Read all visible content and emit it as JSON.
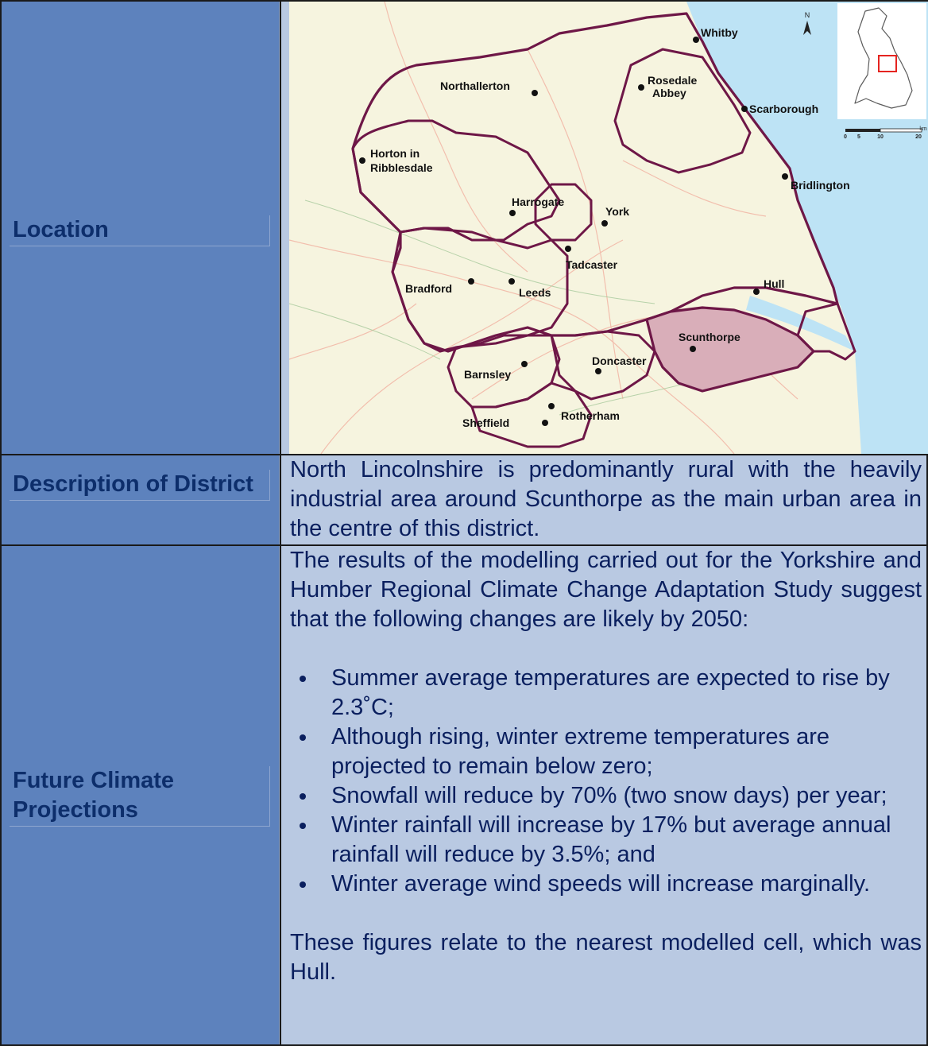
{
  "rows": {
    "location": {
      "label": "Location"
    },
    "description": {
      "label": "Description of District",
      "text": "North Lincolnshire is predominantly rural with the heavily industrial area around Scunthorpe as the main urban area in the centre of this district."
    },
    "projections": {
      "label": "Future Climate Projections",
      "intro": "The results of the modelling carried out for the Yorkshire and Humber Regional Climate Change Adaptation Study suggest that the following changes are likely by 2050:",
      "bullets": [
        "Summer average temperatures are expected to rise by 2.3˚C;",
        "Although rising, winter extreme temperatures are projected to remain below zero;",
        "Snowfall will reduce by 70% (two snow days) per year;",
        "Winter rainfall will increase by 17% but average annual rainfall will reduce by 3.5%; and",
        "Winter average wind speeds will increase marginally."
      ],
      "footer": "These figures relate to the nearest modelled cell, which was Hull."
    }
  },
  "map": {
    "places": {
      "whitby": "Whitby",
      "northallerton": "Northallerton",
      "rosedale": "Rosedale",
      "abbey": "Abbey",
      "scarborough": "Scarborough",
      "horton": "Horton in",
      "ribblesdale": "Ribblesdale",
      "bridlington": "Bridlington",
      "harrogate": "Harrogate",
      "york": "York",
      "tadcaster": "Tadcaster",
      "bradford": "Bradford",
      "leeds": "Leeds",
      "hull": "Hull",
      "scunthorpe": "Scunthorpe",
      "doncaster": "Doncaster",
      "barnsley": "Barnsley",
      "rotherham": "Rotherham",
      "sheffield": "Sheffield"
    },
    "north_label": "N",
    "scale_unit": "km",
    "scale_ticks": [
      "0",
      "5",
      "10",
      "20"
    ],
    "colors": {
      "boundary": "#6e1747",
      "highlight": "#d9aeb9",
      "land": "#f6f4df",
      "sea": "#bde3f5"
    }
  }
}
